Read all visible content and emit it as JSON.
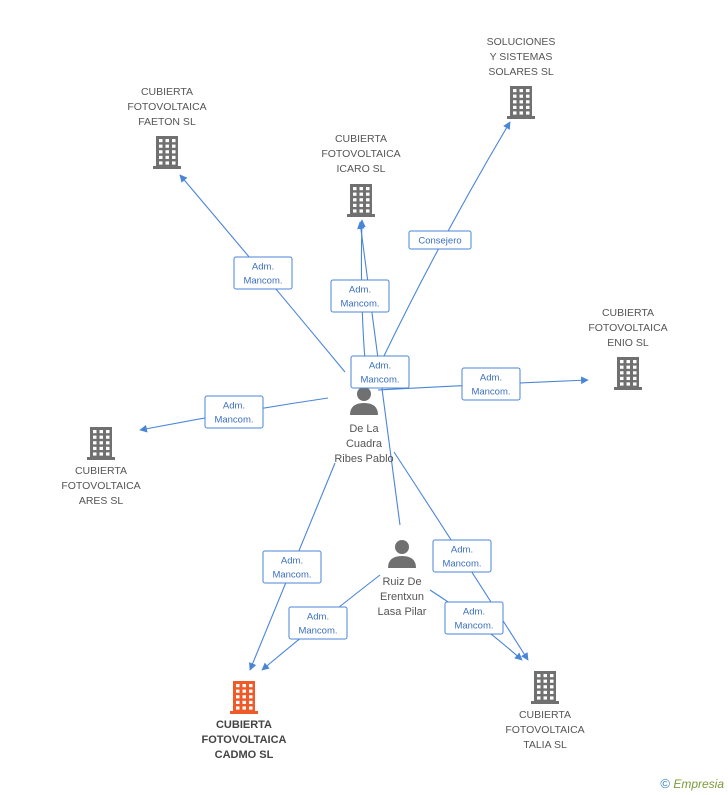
{
  "colors": {
    "edge": "#4a86d8",
    "building_normal": "#707070",
    "building_main": "#f05a28",
    "person": "#707070"
  },
  "companies": [
    {
      "id": "faeton",
      "lines": [
        "CUBIERTA",
        "FOTOVOLTAICA",
        "FAETON SL"
      ],
      "main": false,
      "icon": "building-icon"
    },
    {
      "id": "icaro",
      "lines": [
        "CUBIERTA",
        "FOTOVOLTAICA",
        "ICARO SL"
      ],
      "main": false,
      "icon": "building-icon"
    },
    {
      "id": "soluciones",
      "lines": [
        "SOLUCIONES",
        "Y SISTEMAS",
        "SOLARES SL"
      ],
      "main": false,
      "icon": "building-icon"
    },
    {
      "id": "enio",
      "lines": [
        "CUBIERTA",
        "FOTOVOLTAICA",
        "ENIO SL"
      ],
      "main": false,
      "icon": "building-icon"
    },
    {
      "id": "ares",
      "lines": [
        "CUBIERTA",
        "FOTOVOLTAICA",
        "ARES SL"
      ],
      "main": false,
      "icon": "building-icon"
    },
    {
      "id": "cadmo",
      "lines": [
        "CUBIERTA",
        "FOTOVOLTAICA",
        "CADMO SL"
      ],
      "main": true,
      "icon": "building-icon"
    },
    {
      "id": "talia",
      "lines": [
        "CUBIERTA",
        "FOTOVOLTAICA",
        "TALIA SL"
      ],
      "main": false,
      "icon": "building-icon"
    }
  ],
  "persons": [
    {
      "id": "pablo",
      "lines": [
        "De La",
        "Cuadra",
        "Ribes Pablo"
      ],
      "icon": "person-icon"
    },
    {
      "id": "pilar",
      "lines": [
        "Ruiz De",
        "Erentxun",
        "Lasa Pilar"
      ],
      "icon": "person-icon"
    }
  ],
  "edges": [
    {
      "from": "pablo",
      "to": "faeton",
      "label": [
        "Adm.",
        "Mancom."
      ]
    },
    {
      "from": "pablo",
      "to": "icaro",
      "label": [
        "Adm.",
        "Mancom."
      ]
    },
    {
      "from": "pilar",
      "to": "icaro",
      "label": [
        "Adm.",
        "Mancom."
      ]
    },
    {
      "from": "pablo",
      "to": "soluciones",
      "label": [
        "Consejero"
      ]
    },
    {
      "from": "pablo",
      "to": "enio",
      "label": [
        "Adm.",
        "Mancom."
      ]
    },
    {
      "from": "pablo",
      "to": "ares",
      "label": [
        "Adm.",
        "Mancom."
      ]
    },
    {
      "from": "pablo",
      "to": "cadmo",
      "label": [
        "Adm.",
        "Mancom."
      ]
    },
    {
      "from": "pilar",
      "to": "cadmo",
      "label": [
        "Adm.",
        "Mancom."
      ]
    },
    {
      "from": "pablo",
      "to": "talia",
      "label": [
        "Adm.",
        "Mancom."
      ]
    },
    {
      "from": "pilar",
      "to": "talia",
      "label": [
        "Adm.",
        "Mancom."
      ]
    }
  ],
  "footer": {
    "copyright": "©",
    "brand": "Empresia"
  }
}
